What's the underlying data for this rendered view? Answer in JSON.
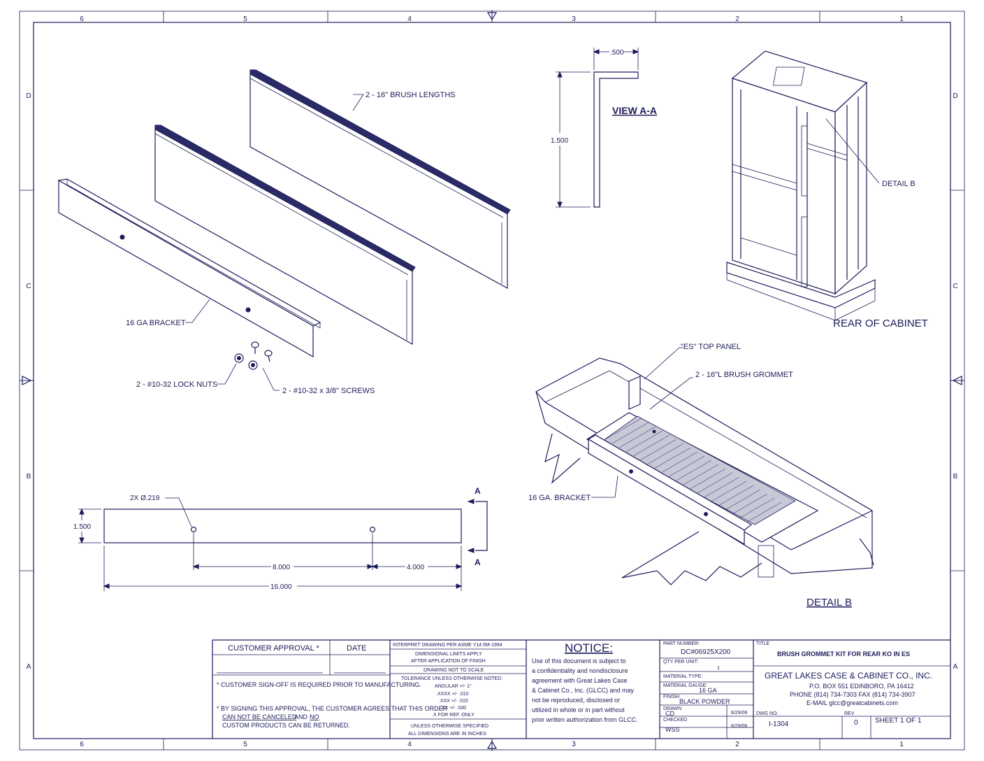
{
  "zones": {
    "cols": [
      "6",
      "5",
      "4",
      "3",
      "2",
      "1"
    ],
    "rows": [
      "D",
      "C",
      "B",
      "A"
    ]
  },
  "callouts": {
    "brush_lengths": "2 - 16\" BRUSH LENGTHS",
    "bracket": "16 GA BRACKET",
    "lock_nuts": "2 - #10-32 LOCK NUTS",
    "screws": "2 - #10-32 x 3/8\" SCREWS",
    "view_aa": "VIEW A-A",
    "dim_500": ".500",
    "dim_1500_view": "1.500",
    "detail_b_leader": "DETAIL B",
    "rear_cabinet": "REAR OF CABINET",
    "es_top_panel": "\"ES\" TOP PANEL",
    "brush_grommet": "2 - 16\"L BRUSH GROMMET",
    "bracket_b": "16 GA. BRACKET",
    "detail_b_title": "DETAIL  B",
    "holes": "2X Ø.219",
    "dim_1500": "1.500",
    "dim_8000": "8.000",
    "dim_4000": "4.000",
    "dim_16000": "16.000",
    "section_a_top": "A",
    "section_a_bottom": "A"
  },
  "title_block": {
    "customer_approval": "CUSTOMER APPROVAL *",
    "date": "DATE",
    "note1": "* CUSTOMER SIGN-OFF IS REQUIRED PRIOR TO MANUFACTURING.",
    "note2_a": "* BY SIGNING THIS APPROVAL, THE CUSTOMER AGREES THAT THIS ORDER",
    "note2_cannot": "CAN NOT BE CANCELED",
    "note2_and": "AND",
    "note2_no": "NO",
    "note2_b": "CUSTOM PRODUCTS CAN BE RETURNED.",
    "interpret": "INTERPRET DRAWING PER ASME Y14.5M-1994",
    "dim_limits": "DIMENSIONAL LIMITS APPLY",
    "after_finish": "AFTER APPLICATION OF FINISH",
    "not_scale": "DRAWING NOT TO SCALE",
    "tolerance": "TOLERANCE UNLESS OTHERWISE NOTED:",
    "angular": "ANGULAR +/- 1°",
    "tol_xxxx": ".XXXX +/- .010",
    "tol_xxx": ".XXX +/- .015",
    "tol_xx": ".XX +/- .030",
    "tol_x": ".X FOR REF. ONLY",
    "unless": "UNLESS OTHERWISE SPECIFIED",
    "inches": "ALL DIMENSIONS ARE IN INCHES",
    "notice_title": "NOTICE:",
    "notice_lines": [
      "Use of this document is subject to",
      "a confidentiality and nondisclosure",
      "agreement with Great Lakes Case",
      "& Cabinet Co., Inc. (GLCC) and may",
      "not be reproduced, disclosed or",
      "utilized in whole or in part without",
      "prior written authorization from GLCC."
    ],
    "part_number_label": "PART NUMBER:",
    "part_number": "DC#06925X200",
    "qty_label": "QTY PER UNIT:",
    "qty": "1",
    "material_type_label": "MATERIAL TYPE:",
    "material_gauge_label": "MATERIAL GAUGE:",
    "material_gauge": "16 GA",
    "finish_label": "FINISH:",
    "finish": "BLACK POWDER",
    "drawn_label": "DRAWN",
    "drawn": "CD",
    "drawn_date": "6/29/06",
    "checked_label": "CHECKED",
    "checked": "WSS",
    "checked_date": "6/29/06",
    "title_label": "TITLE",
    "title": "BRUSH GROMMET KIT FOR REAR KO IN ES",
    "company": "GREAT LAKES CASE & CABINET CO., INC.",
    "address": "P.O. BOX 551 EDINBORO, PA 16412",
    "phone": "PHONE (814) 734-7303 FAX (814) 734-3907",
    "email": "E-MAIL glcc@greatcabinets.com",
    "dwg_label": "DWG NO.",
    "dwg_no": "I-1304",
    "rev_label": "REV",
    "rev": "0",
    "sheet": "SHEET 1  OF  1"
  }
}
